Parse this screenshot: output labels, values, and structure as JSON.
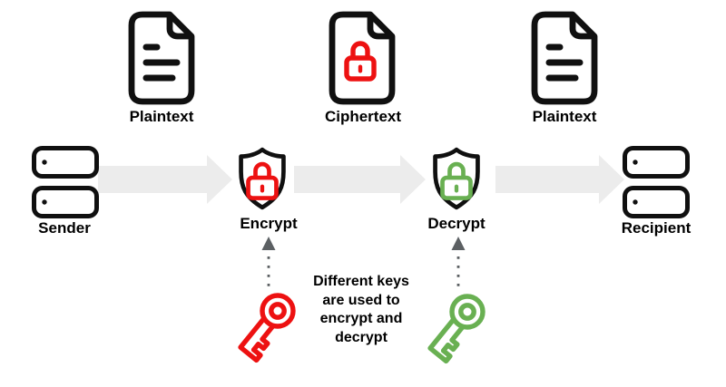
{
  "colors": {
    "icon_black": "#101010",
    "red": "#ed1111",
    "green": "#69b052",
    "flow_arrow_gray": "#ececec",
    "dotted_arrow_gray": "#5c6063",
    "label_black": "#000000"
  },
  "documents": [
    {
      "label": "Plaintext",
      "icon": "document-icon"
    },
    {
      "label": "Ciphertext",
      "icon": "document-locked-icon",
      "lock_color": "#ed1111"
    },
    {
      "label": "Plaintext",
      "icon": "document-icon"
    }
  ],
  "nodes": [
    {
      "label": "Sender",
      "icon": "server-icon"
    },
    {
      "label": "Encrypt",
      "icon": "shield-lock-icon",
      "lock_color": "#ed1111"
    },
    {
      "label": "Decrypt",
      "icon": "shield-lock-icon",
      "lock_color": "#69b052"
    },
    {
      "label": "Recipient",
      "icon": "server-icon"
    }
  ],
  "keys": [
    {
      "icon": "key-icon",
      "color": "#ed1111"
    },
    {
      "icon": "key-icon",
      "color": "#69b052"
    }
  ],
  "note": {
    "lines": [
      "Different keys",
      "are used to",
      "encrypt and",
      "decrypt"
    ]
  }
}
